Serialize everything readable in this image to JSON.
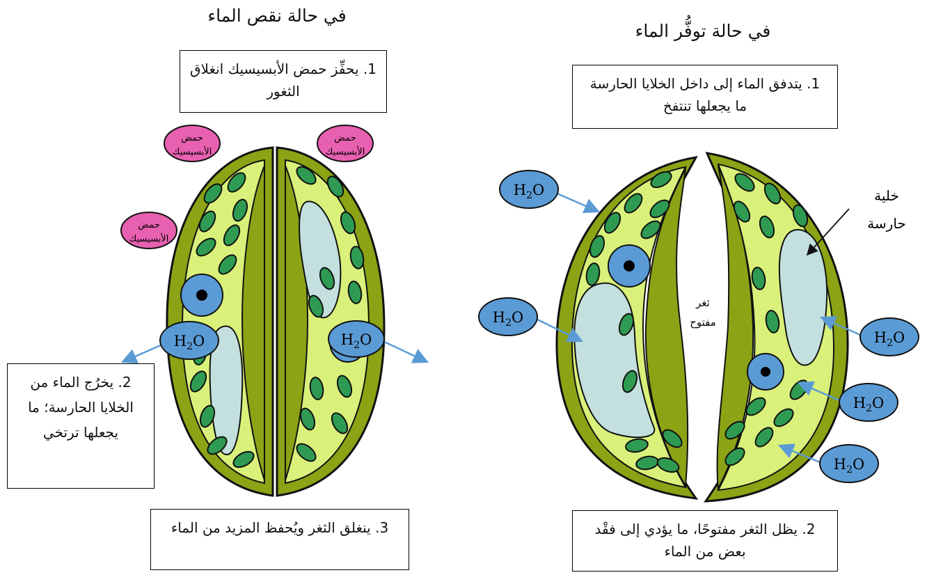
{
  "left_panel": {
    "title": "في حالة نقص الماء",
    "step1": "1. يحفِّز حمض الأبسيسيك انغلاق الثغور",
    "step2": "2. يخرُج الماء من الخلايا الحارسة؛ ما يجعلها ترتخي",
    "step3": "3. ينغلق الثغر ويُحفظ المزيد من الماء",
    "abscisic_label_line1": "حمض",
    "abscisic_label_line2": "الأبسيسيك"
  },
  "right_panel": {
    "title": "في حالة توفُّر الماء",
    "step1": "1. يتدفق الماء إلى داخل الخلايا الحارسة ما يجعلها تنتفخ",
    "step2": "2. يظل الثغر مفتوحًا، ما يؤدي إلى فقْد بعض من الماء",
    "guard_cell_line1": "خلية",
    "guard_cell_line2": "حارسة",
    "stoma_line1": "ثغر",
    "stoma_line2": "مفتوح"
  },
  "water": {
    "main": "H",
    "sub": "2",
    "tail": "O"
  },
  "colors": {
    "cell_wall": "#8BA315",
    "cytoplasm": "#D9F17A",
    "chloroplast": "#2F9A52",
    "vacuole": "#C3E0DE",
    "nucleus": "#5B9BD5",
    "water_bubble": "#5B9BD5",
    "abscisic": "#E860B0",
    "arrow": "#5B9BD5"
  }
}
